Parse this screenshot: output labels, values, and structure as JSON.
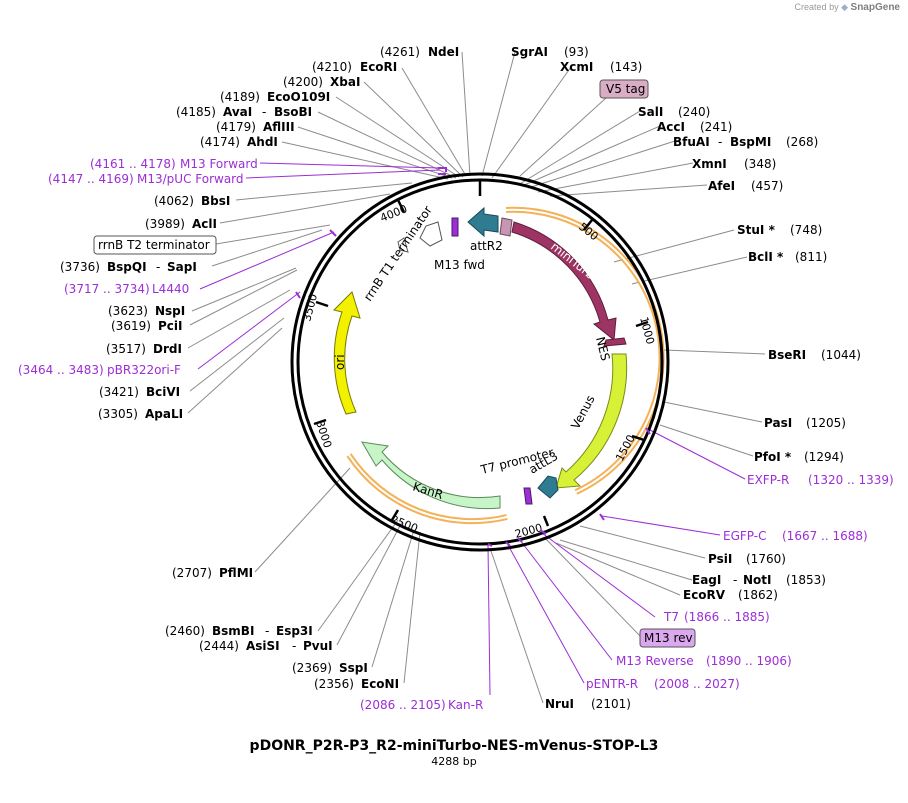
{
  "credit": {
    "prefix": "Created by",
    "brand": "SnapGene"
  },
  "title": "pDONR_P2R-P3_R2-miniTurbo-NES-mVenus-STOP-L3",
  "length_label": "4288 bp",
  "colors": {
    "primer": "#9b2ed6",
    "backbone": "#000000",
    "leader": "#808080",
    "miniTurbo": "#9e3463",
    "NES": "#9e3463",
    "Venus": "#d7f236",
    "ori": "#f2f200",
    "KanR": "#c8f5c8",
    "att": "#2e7b92",
    "orange_track": "#f2a33a"
  },
  "sites_left": [
    {
      "pos": "(4261)",
      "name": "NdeI"
    },
    {
      "pos": "(4210)",
      "name": "EcoRI"
    },
    {
      "pos": "(4200)",
      "name": "XbaI"
    },
    {
      "pos": "(4189)",
      "name": "EcoO109I"
    },
    {
      "pos": "(4185)",
      "name": "AvaI",
      "name2": "BsoBI"
    },
    {
      "pos": "(4179)",
      "name": "AflIII"
    },
    {
      "pos": "(4174)",
      "name": "AhdI"
    },
    {
      "pos": "(4062)",
      "name": "BbsI"
    },
    {
      "pos": "(3989)",
      "name": "AclI"
    },
    {
      "pos": "(3736)",
      "name": "BspQI",
      "name2": "SapI"
    },
    {
      "pos": "(3623)",
      "name": "NspI"
    },
    {
      "pos": "(3619)",
      "name": "PciI"
    },
    {
      "pos": "(3517)",
      "name": "DrdI"
    },
    {
      "pos": "(3421)",
      "name": "BciVI"
    },
    {
      "pos": "(3305)",
      "name": "ApaLI"
    },
    {
      "pos": "(2707)",
      "name": "PflMI"
    },
    {
      "pos": "(2460)",
      "name": "BsmBI",
      "name2": "Esp3I"
    },
    {
      "pos": "(2444)",
      "name": "AsiSI",
      "name2": "PvuI"
    },
    {
      "pos": "(2369)",
      "name": "SspI"
    },
    {
      "pos": "(2356)",
      "name": "EcoNI"
    }
  ],
  "sites_right": [
    {
      "name": "SgrAI",
      "pos": "(93)"
    },
    {
      "name": "XcmI",
      "pos": "(143)"
    },
    {
      "name": "SalI",
      "pos": "(240)"
    },
    {
      "name": "AccI",
      "pos": "(241)"
    },
    {
      "name": "BfuAI",
      "name2": "BspMI",
      "pos": "(268)"
    },
    {
      "name": "XmnI",
      "pos": "(348)"
    },
    {
      "name": "AfeI",
      "pos": "(457)"
    },
    {
      "name": "StuI *",
      "pos": "(748)"
    },
    {
      "name": "BclI *",
      "pos": "(811)"
    },
    {
      "name": "BseRI",
      "pos": "(1044)"
    },
    {
      "name": "PasI",
      "pos": "(1205)"
    },
    {
      "name": "PfoI *",
      "pos": "(1294)"
    },
    {
      "name": "PsiI",
      "pos": "(1760)"
    },
    {
      "name": "EagI",
      "name2": "NotI",
      "pos": "(1853)"
    },
    {
      "name": "EcoRV",
      "pos": "(1862)"
    },
    {
      "name": "NruI",
      "pos": "(2101)"
    }
  ],
  "primers": [
    {
      "range": "(4161 .. 4178)",
      "name": "M13 Forward"
    },
    {
      "range": "(4147 .. 4169)",
      "name": "M13/pUC Forward"
    },
    {
      "range": "(3717 .. 3734)",
      "name": "L4440"
    },
    {
      "range": "(3464 .. 3483)",
      "name": "pBR322ori-F"
    },
    {
      "range": "(1320 .. 1339)",
      "name": "EXFP-R"
    },
    {
      "range": "(1667 .. 1688)",
      "name": "EGFP-C"
    },
    {
      "range": "(1866 .. 1885)",
      "name": "T7"
    },
    {
      "range": "(1890 .. 1906)",
      "name": "M13 Reverse"
    },
    {
      "range": "(2008 .. 2027)",
      "name": "pENTR-R"
    },
    {
      "range": "(2086 .. 2105)",
      "name": "Kan-R"
    }
  ],
  "boxed_features": [
    {
      "name": "V5 tag"
    },
    {
      "name": "rrnB T2 terminator"
    },
    {
      "name": "M13 rev"
    }
  ],
  "features": [
    {
      "name": "miniTurbo"
    },
    {
      "name": "NES"
    },
    {
      "name": "Venus"
    },
    {
      "name": "ori"
    },
    {
      "name": "KanR"
    },
    {
      "name": "attR2"
    },
    {
      "name": "attL3"
    },
    {
      "name": "T7 promoter"
    },
    {
      "name": "M13 fwd"
    },
    {
      "name": "rrnB T1 terminator"
    }
  ],
  "ticks": [
    "500",
    "1000",
    "1500",
    "2000",
    "2500",
    "3000",
    "3500",
    "4000"
  ]
}
